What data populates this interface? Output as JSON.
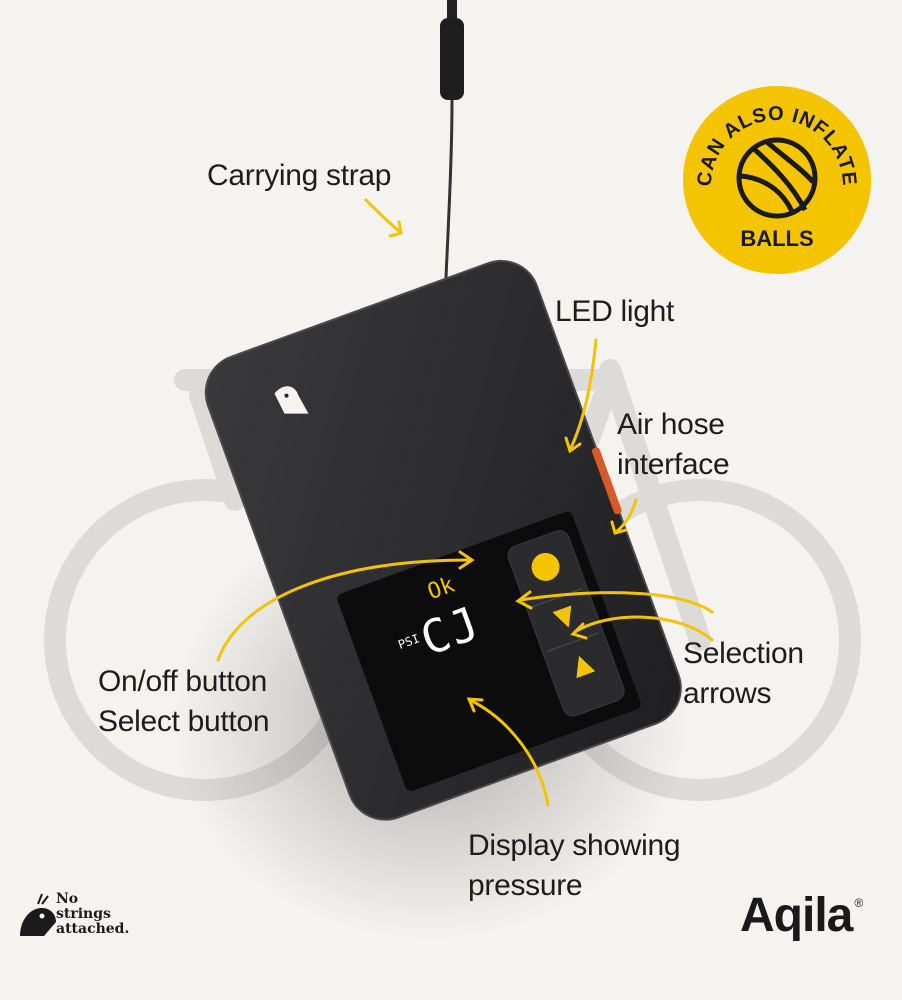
{
  "labels": {
    "carrying_strap": "Carrying strap",
    "led_light": "LED light",
    "air_hose_line1": "Air hose",
    "air_hose_line2": "interface",
    "on_off_line1": "On/off button",
    "on_off_line2": "Select button",
    "selection_line1": "Selection",
    "selection_line2": "arrows",
    "display_line1": "Display showing",
    "display_line2": "pressure"
  },
  "badge": {
    "top_text": "CAN ALSO INFLATE",
    "bottom_text": "BALLS",
    "icon": "basketball-icon"
  },
  "device": {
    "screen_value": "CJ",
    "screen_small": "Ok",
    "screen_unit": "PSI",
    "brand_icon": "bird-logo-icon"
  },
  "tagline": {
    "line1": "No",
    "line2": "strings",
    "line3": "attached."
  },
  "logo": {
    "brand": "Aqila",
    "mark": "®"
  },
  "colors": {
    "accent_yellow": "#f5c400",
    "device_body": "#2a2a2c",
    "bike_gray": "#d9d8d4",
    "background": "#f4f3ef"
  }
}
